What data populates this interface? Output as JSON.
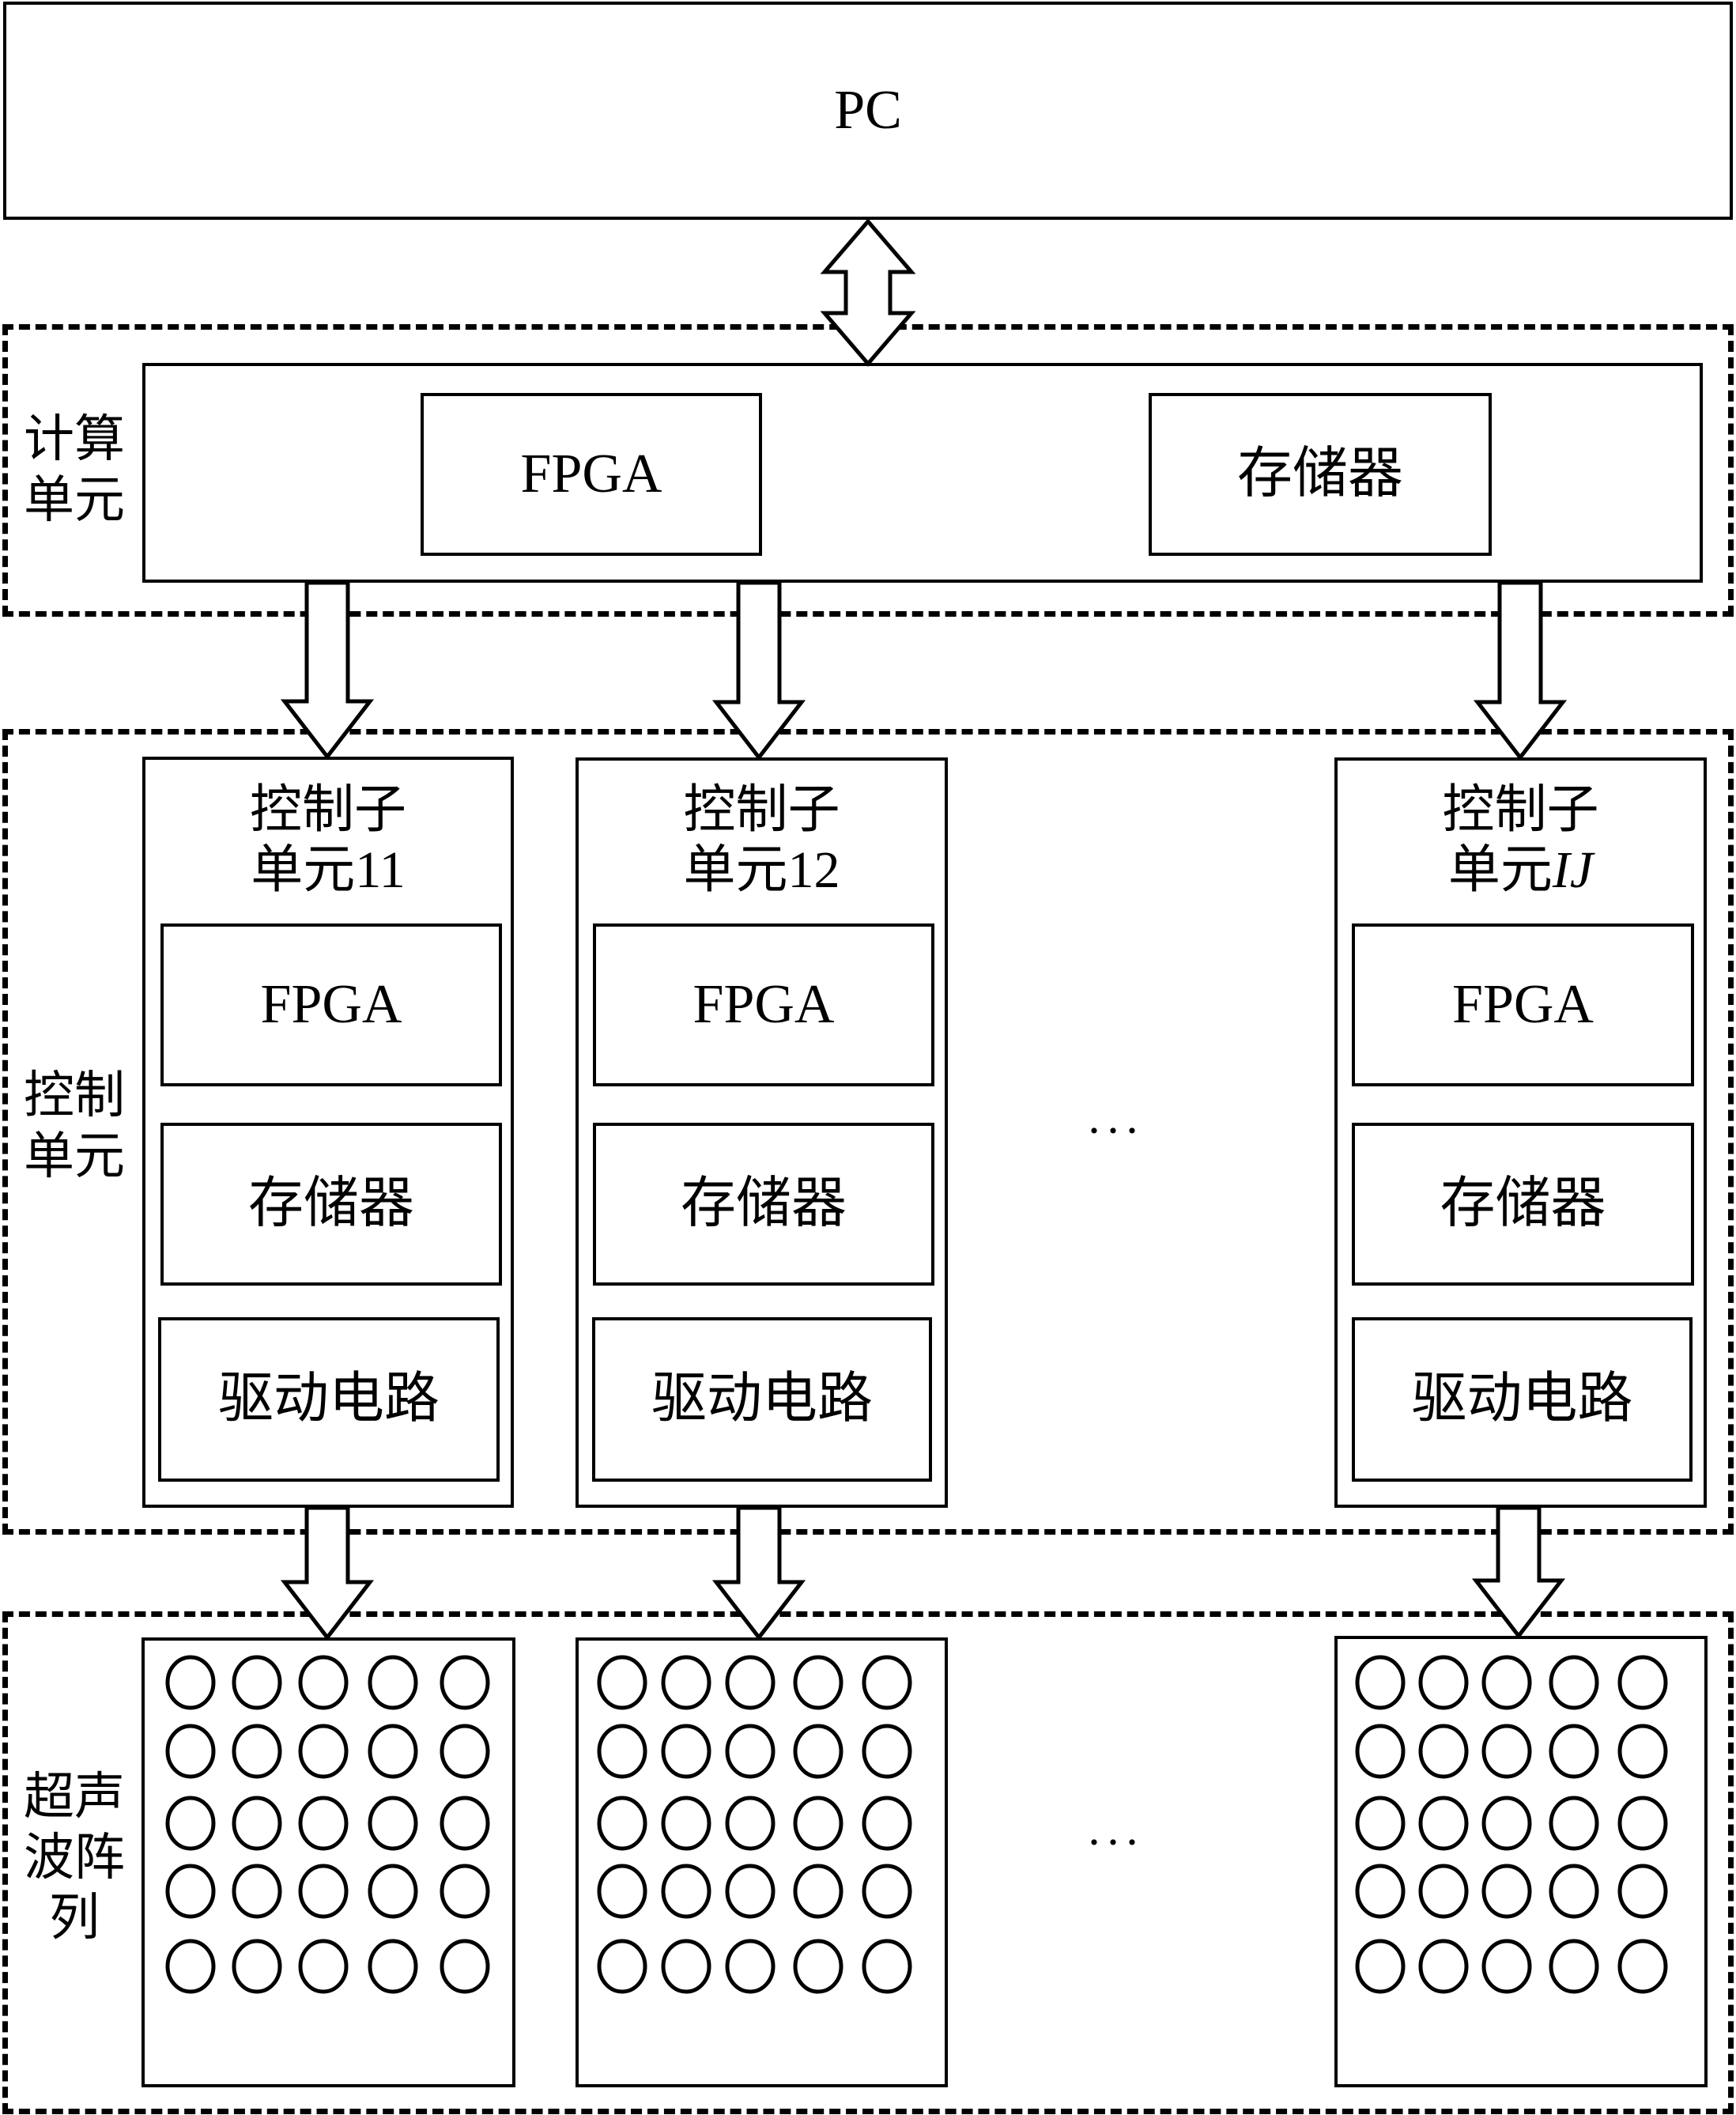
{
  "pc": {
    "label": "PC"
  },
  "compute_unit": {
    "group_label": "计算单元",
    "group_label_lines": [
      "计算",
      "单元"
    ],
    "fpga_label": "FPGA",
    "memory_label": "存储器"
  },
  "control_unit": {
    "group_label": "控制单元",
    "group_label_lines": [
      "控制",
      "单元"
    ],
    "subunits": [
      {
        "title_line1": "控制子",
        "title_line2_prefix": "单元",
        "title_line2_index": "11",
        "index_italic": false,
        "fpga_label": "FPGA",
        "memory_label": "存储器",
        "driver_label": "驱动电路"
      },
      {
        "title_line1": "控制子",
        "title_line2_prefix": "单元",
        "title_line2_index": "12",
        "index_italic": false,
        "fpga_label": "FPGA",
        "memory_label": "存储器",
        "driver_label": "驱动电路"
      },
      {
        "title_line1": "控制子",
        "title_line2_prefix": "单元",
        "title_line2_index": "IJ",
        "index_italic": true,
        "fpga_label": "FPGA",
        "memory_label": "存储器",
        "driver_label": "驱动电路"
      }
    ],
    "ellipsis": "···"
  },
  "ultrasonic_array": {
    "group_label": "超声波阵列",
    "group_label_lines": [
      "超声",
      "波阵",
      "列"
    ],
    "arrays": [
      {
        "rows": 5,
        "cols": 5
      },
      {
        "rows": 5,
        "cols": 5
      },
      {
        "rows": 5,
        "cols": 5
      }
    ],
    "ellipsis": "···"
  },
  "connections": [
    {
      "from": "PC",
      "to": "计算单元",
      "type": "bidirectional"
    },
    {
      "from": "计算单元",
      "to": "控制子单元11",
      "type": "unidirectional"
    },
    {
      "from": "计算单元",
      "to": "控制子单元12",
      "type": "unidirectional"
    },
    {
      "from": "计算单元",
      "to": "控制子单元IJ",
      "type": "unidirectional"
    },
    {
      "from": "控制子单元11",
      "to": "超声波阵列11",
      "type": "unidirectional"
    },
    {
      "from": "控制子单元12",
      "to": "超声波阵列12",
      "type": "unidirectional"
    },
    {
      "from": "控制子单元IJ",
      "to": "超声波阵列IJ",
      "type": "unidirectional"
    }
  ]
}
